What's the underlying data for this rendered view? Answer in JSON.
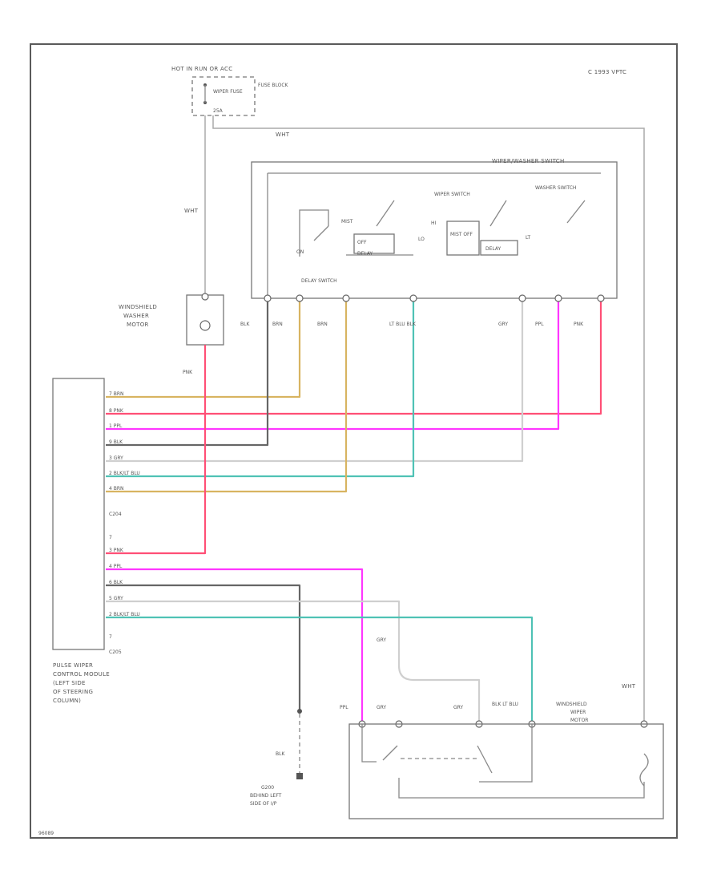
{
  "copyright": "C 1993 VPTC",
  "diagram_id": "96089",
  "fuse": {
    "power_label": "HOT IN RUN OR ACC",
    "fuse_name": "WIPER FUSE",
    "fuse_rating": "25A",
    "block_label": "FUSE BLOCK"
  },
  "switch": {
    "title": "WIPER/WASHER SWITCH",
    "wiper_switch": "WIPER SWITCH",
    "washer_switch": "WASHER SWITCH",
    "delay_switch": "DELAY SWITCH",
    "pos_mist_off": "MIST OFF",
    "pos_delay_1": "DELAY",
    "pos_delay_2": "DELAY",
    "pos_off": "OFF",
    "pos_lo": "LO",
    "pos_hi": "HI",
    "pos_mist": "MIST",
    "pos_lt": "LT",
    "pos_on": "ON"
  },
  "washer_motor": "WINDSHIELD WASHER MOTOR",
  "module": {
    "label": "PULSE WIPER CONTROL MODULE (LEFT SIDE OF STEERING COLUMN)",
    "label_lines": [
      "PULSE WIPER",
      "CONTROL MODULE",
      "(LEFT SIDE",
      "OF STEERING",
      "COLUMN)"
    ],
    "connector_top": "C204",
    "connector_bottom": "C205",
    "pin_top_extra": "7",
    "pin_bottom_extra": "7"
  },
  "wire_colors": {
    "WHT": "#d4d4d4",
    "BRN": "#d8b461",
    "PNK": "#ff4f76",
    "PPL": "#ff36ff",
    "BLK": "#666666",
    "GRY": "#cfcfcf",
    "BLU_LT": "#4fc2b5"
  },
  "wire_labels": {
    "wht_fuse": "WHT",
    "wht_top": "WHT",
    "wht_right": "WHT",
    "pnk_motor": "PNK",
    "blk_sw": "BLK",
    "brn_sw1": "BRN",
    "brn_sw2": "BRN",
    "ltblu_sw": "LT BLU BLK",
    "gry_sw": "GRY",
    "ppl_sw": "PPL",
    "pnk_sw": "PNK",
    "gry_motor": "GRY",
    "ppl_motor": "PPL",
    "gry_m1": "GRY",
    "gry_m2": "GRY",
    "ltblu_m": "BLK LT BLU",
    "blk_ground": "BLK"
  },
  "c204_pins": [
    {
      "pin": "7",
      "color": "BRN"
    },
    {
      "pin": "8",
      "color": "PNK"
    },
    {
      "pin": "1",
      "color": "PPL"
    },
    {
      "pin": "9",
      "color": "BLK"
    },
    {
      "pin": "3",
      "color": "GRY"
    },
    {
      "pin": "2",
      "color": "BLK/LT BLU"
    },
    {
      "pin": "4",
      "color": "BRN"
    }
  ],
  "c205_pins": [
    {
      "pin": "3",
      "color": "PNK"
    },
    {
      "pin": "4",
      "color": "PPL"
    },
    {
      "pin": "6",
      "color": "BLK"
    },
    {
      "pin": "5",
      "color": "GRY"
    },
    {
      "pin": "2",
      "color": "BLK/LT BLU"
    }
  ],
  "wiper_motor": "WINDSHIELD WIPER MOTOR",
  "ground": {
    "label": "G200 BEHIND LEFT SIDE OF I/P",
    "line1": "G200",
    "line2": "BEHIND LEFT",
    "line3": "SIDE OF I/P"
  }
}
